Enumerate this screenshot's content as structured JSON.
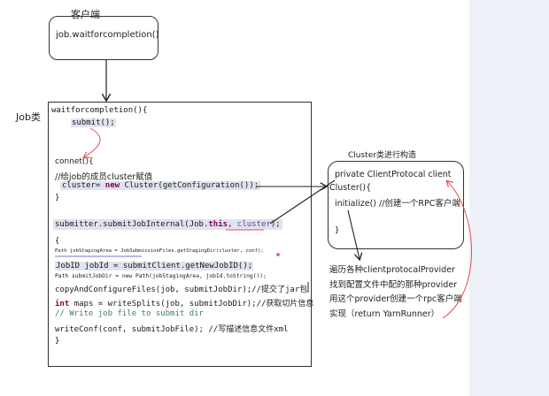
{
  "client": {
    "title": "客户端",
    "call": "job.waitforcompletion()"
  },
  "job_class": {
    "label": "Job类",
    "method_sig": "waitforcompletion(){",
    "submit_call": "submit();",
    "connect_sig": "connet(){",
    "comment_member": "//给job的成员cluster赋值",
    "cluster_assign": {
      "lhs": "cluster=",
      "kw_new": "new",
      "rhs": "Cluster(getConfiguration());"
    },
    "close1": "}",
    "submitter": {
      "prefix": "submitter.submitJobInternal(Job.",
      "kw_this": "this",
      "sep": ", ",
      "arg": "cluster",
      "suffix": ");"
    },
    "open_brace": "{",
    "staging_line": "Path jobStagingArea = JobSubmissionFiles.getStagingDir(cluster, conf);",
    "jobid_line": "JobID jobId = submitClient.getNewJobID();",
    "submitdir_line": "Path submitJobDir = new Path(jobStagingArea, jobId.toString());",
    "copy_line": "copyAndConfigureFiles(job, submitJobDir);//提交了jar包",
    "maps_line": {
      "kw_int": "int",
      "rest": "maps = writeSplits(job, submitJobDir);//获取切片信息"
    },
    "write_comment": "// Write job file to submit dir",
    "writeconf_line": "writeConf(conf, submitJobFile); //写描述信息文件xml",
    "close2": "}"
  },
  "cluster_class": {
    "title": "Cluster类进行构造",
    "field": "private ClientProtocal client",
    "ctor": "Cluster(){",
    "init": "initialize()  //创建一个RPC客户端",
    "close": "}"
  },
  "notes": [
    "遍历各种clientprotocalProvider",
    "找到配置文件中配的那种provider",
    "用这个provider创建一个rpc客户端",
    "实现（return  YarnRunner）"
  ],
  "colors": {
    "panel_bg": "#eef1f8",
    "code_keyword": "#7f0055",
    "code_comment": "#3f7f5f",
    "highlight": "#dfe3ee",
    "annotation_red": "#e05050",
    "underline_blue": "#3a4db0"
  }
}
